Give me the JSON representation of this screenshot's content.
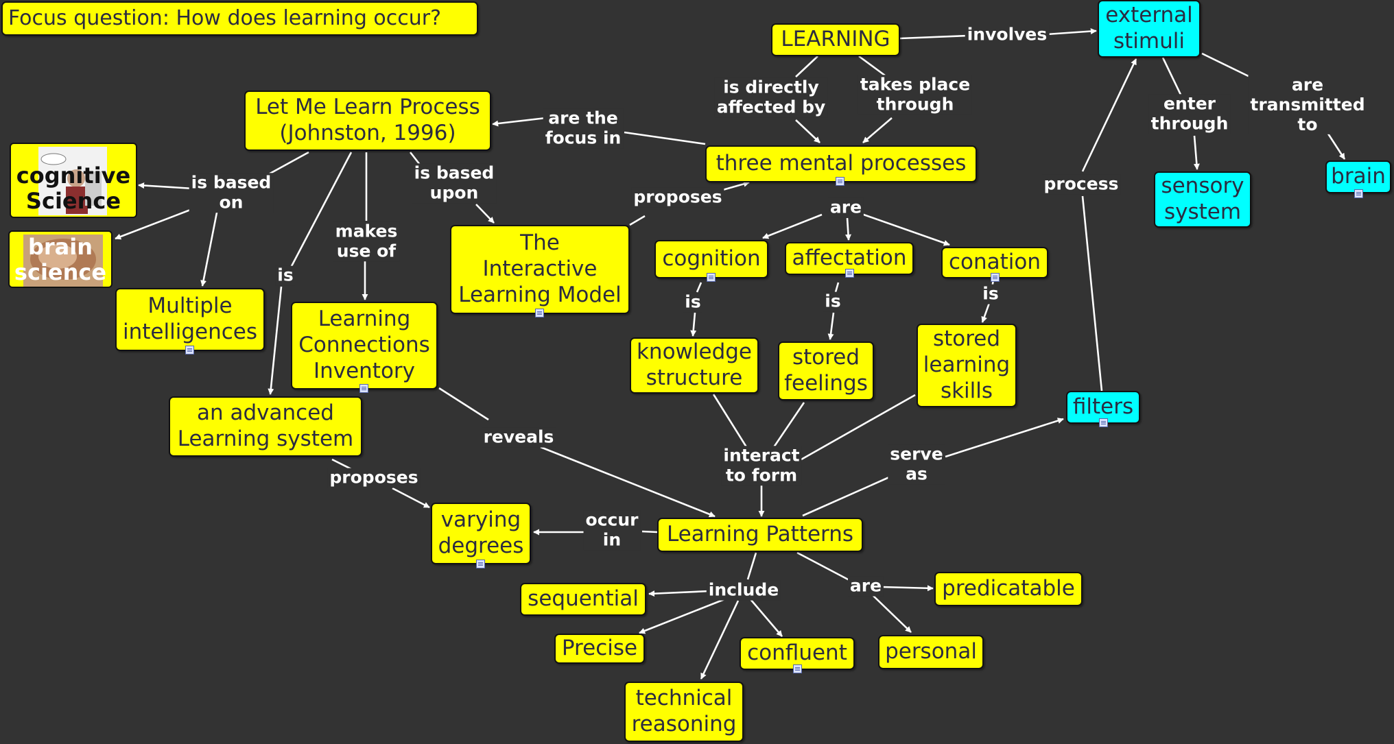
{
  "focus_question": "Focus question: How does learning occur?",
  "nodes": {
    "learning": "LEARNING",
    "external_stimuli": "external\nstimuli",
    "let_me_learn": "Let Me Learn Process\n(Johnston, 1996)",
    "three_mental": "three mental processes",
    "cognitive_science": "cognitive\nScience",
    "brain_science": "brain\nscience",
    "multiple_intelligences": "Multiple\nintelligences",
    "interactive_model": "The\nInteractive\nLearning Model",
    "cognition": "cognition",
    "affectation": "affectation",
    "conation": "conation",
    "sensory_system": "sensory\nsystem",
    "brain": "brain",
    "lci": "Learning\nConnections\nInventory",
    "knowledge_structure": "knowledge\nstructure",
    "stored_feelings": "stored\nfeelings",
    "stored_learning_skills": "stored\nlearning\nskills",
    "filters": "filters",
    "advanced_system": "an advanced\nLearning system",
    "varying_degrees": "varying\ndegrees",
    "learning_patterns": "Learning Patterns",
    "sequential": "sequential",
    "predicatable": "predicatable",
    "precise": "Precise",
    "confluent": "confluent",
    "personal": "personal",
    "technical_reasoning": "technical\nreasoning"
  },
  "links": {
    "involves": "involves",
    "is_directly_affected_by": "is directly\naffected by",
    "takes_place_through": "takes place\nthrough",
    "are_the_focus_in": "are the\nfocus in",
    "is_based_on": "is based\non",
    "is_based_upon": "is based\nupon",
    "proposes_1": "proposes",
    "makes_use_of": "makes\nuse of",
    "is_1": "is",
    "are_1": "are",
    "is_cognition": "is",
    "is_affectation": "is",
    "is_conation": "is",
    "enter_through": "enter\nthrough",
    "are_transmitted_to": "are\ntransmitted\nto",
    "process": "process",
    "reveals": "reveals",
    "interact_to_form": "interact\nto form",
    "serve_as": "serve\nas",
    "proposes_2": "proposes",
    "occur_in": "occur\nin",
    "include": "include",
    "are_2": "are"
  },
  "colors": {
    "background": "#333333",
    "concept": "#ffff00",
    "stimulus_concept": "#00ffff",
    "link_text": "#ffffff"
  },
  "icons": [
    "document-icon",
    "cognitive-science-image",
    "brain-science-image"
  ]
}
